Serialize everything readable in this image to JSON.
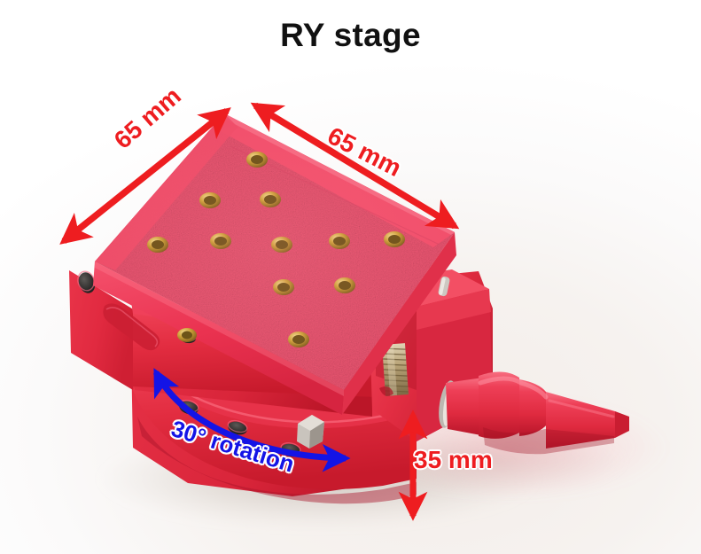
{
  "figure": {
    "title": "RY stage",
    "subject": "red anodized RY rotation-and-linear translation stage photographed on a white surface",
    "background_color": "#f7f4f1"
  },
  "annotations": {
    "dimension_top_left": {
      "label": "65 mm",
      "color": "#ee1d20",
      "outline_color": "#ffffff",
      "arrow": "double-headed",
      "orientation": "diagonal-up-right",
      "measures": "top plate left edge length"
    },
    "dimension_top_right": {
      "label": "65 mm",
      "color": "#ee1d20",
      "outline_color": "#ffffff",
      "arrow": "double-headed",
      "orientation": "diagonal-down-right",
      "measures": "top plate right edge length"
    },
    "dimension_height": {
      "label": "35 mm",
      "color": "#ee1d20",
      "outline_color": "#ffffff",
      "arrow": "double-headed",
      "orientation": "vertical",
      "measures": "overall base height"
    },
    "rotation_range": {
      "label": "30° rotation",
      "color": "#1414e6",
      "outline_color": "#ffffff",
      "arrow": "double-headed-curved-arc",
      "measures": "goniometric travel of the stage"
    }
  },
  "stage_parts": {
    "top_plate": {
      "name": "textured mounting platform",
      "color": "#e8506a",
      "edge_color": "#e8334f",
      "finish": "speckled textured anodized red",
      "threaded_insert_count": 12,
      "insert_color": "#c79a2e"
    },
    "body": {
      "name": "goniometer body",
      "color": "#e02b3d"
    },
    "base": {
      "name": "curved rotation base",
      "color": "#dc2236"
    },
    "lead_screw": {
      "name": "threaded adjustment rod",
      "color": "#b59a6a"
    },
    "knob": {
      "name": "red plastic adjustment knob",
      "color": "#e8384d"
    },
    "pin": {
      "name": "metal locating pin",
      "color": "#b9b4ae"
    }
  }
}
